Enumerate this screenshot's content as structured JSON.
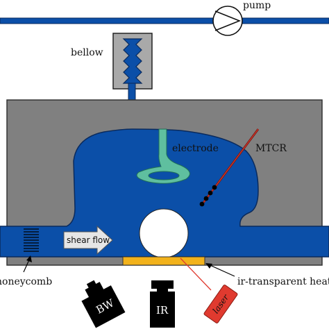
{
  "labels": {
    "pump": "pump",
    "bellow": "bellow",
    "electrode": "electrode",
    "mtcr": "MTCR",
    "shear_flow": "shear flow",
    "honeycomb": "honeycomb",
    "heater": "ir-transparent heater",
    "bw_camera": "BW",
    "ir_camera": "IR",
    "laser": "laser"
  },
  "colors": {
    "fluid": "#0b4fa8",
    "fluid_outline": "#0a2a5c",
    "housing": "#808080",
    "bellow_box": "#a9a9a9",
    "electrode": "#5fbf9f",
    "heater": "#f2b21b",
    "laser": "#e03a2f",
    "camera": "#000000"
  },
  "icons": [
    "pump-icon",
    "bellow-icon",
    "bw-camera-icon",
    "ir-camera-icon",
    "laser-icon",
    "honeycomb-icon"
  ]
}
